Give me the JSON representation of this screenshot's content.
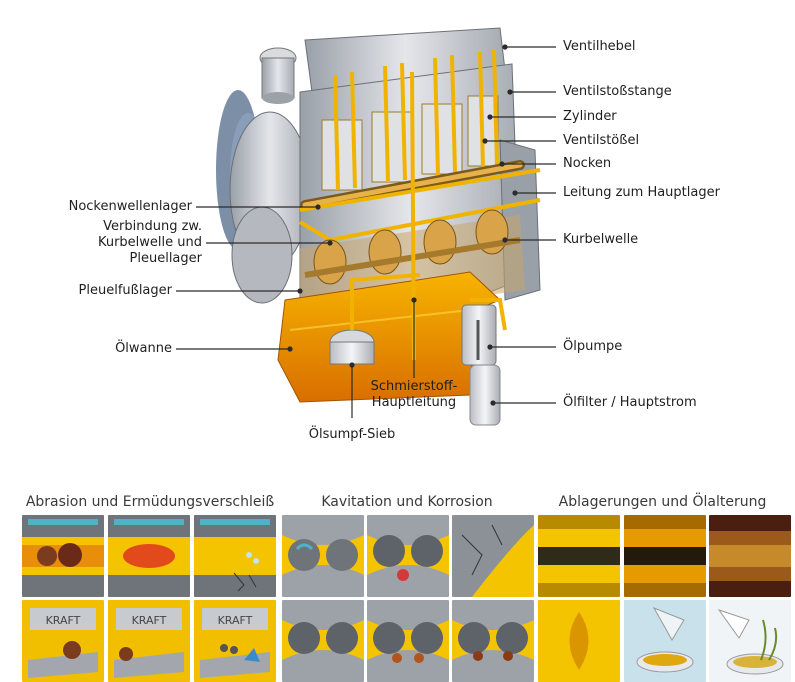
{
  "labels": {
    "ventilhebel": "Ventilhebel",
    "ventilstossstange": "Ventilstoßstange",
    "zylinder": "Zylinder",
    "ventilstoessel": "Ventilstößel",
    "nocken": "Nocken",
    "leitung_hauptlager": "Leitung zum Hauptlager",
    "kurbelwelle": "Kurbelwelle",
    "nockenwellenlager": "Nockenwellenlager",
    "verbindung": "Verbindung zw. Kurbelwelle und Pleuellager",
    "pleuelfusslager": "Pleuelfußlager",
    "oelwanne": "Ölwanne",
    "oelpumpe": "Ölpumpe",
    "schmierstoff": "Schmierstoff-Hauptleitung",
    "oelfilter": "Ölfilter / Hauptstrom",
    "oelsumpf": "Ölsumpf-Sieb"
  },
  "sections": {
    "abrasion": "Abrasion und Ermüdungsverschleiß",
    "kavitation": "Kavitation und Korrosion",
    "ablagerungen": "Ablagerungen und Ölalterung"
  },
  "tile_text": "KRAFT",
  "colors": {
    "oil": "#f0a800",
    "oil_dark": "#c46a00",
    "engine_grey": "#c8cbd0",
    "metal": "#8a8f96",
    "line": "#2b2b2b"
  }
}
